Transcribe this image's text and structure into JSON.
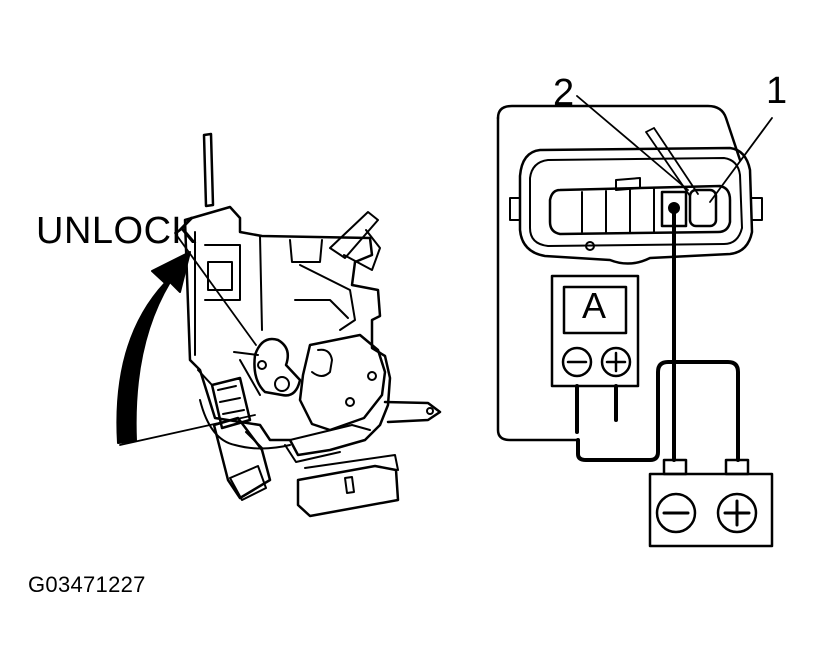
{
  "diagram": {
    "unlock_label": "UNLOCK",
    "callout_2": "2",
    "callout_1": "1",
    "ammeter_symbol": "A",
    "figure_code": "G03471227",
    "colors": {
      "ink": "#000000",
      "paper": "#ffffff"
    },
    "icons": [
      "unlock-arrow-icon",
      "ammeter-icon",
      "battery-icon",
      "connector-icon"
    ]
  }
}
